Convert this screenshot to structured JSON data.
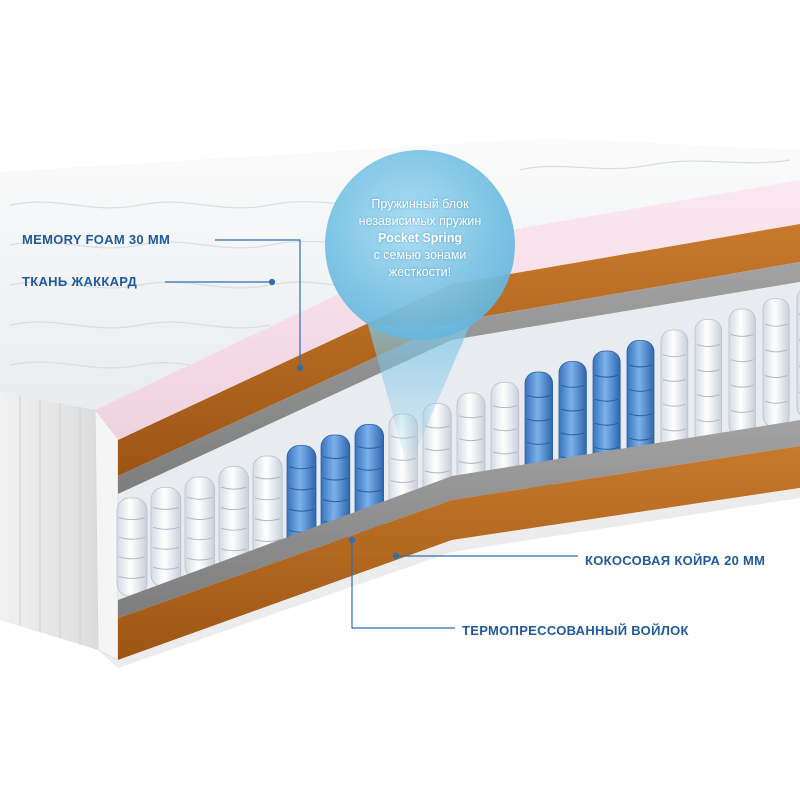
{
  "callouts": {
    "memory_foam": "MEMORY FOAM 30 MM",
    "fabric": "ТКАНЬ ЖАККАРД",
    "coir": "КОКОСОВАЯ КОЙРА 20 ММ",
    "felt": "ТЕРМОПРЕССОВАННЫЙ ВОЙЛОК"
  },
  "bubble": {
    "line1": "Пружинный блок",
    "line2": "независимых пружин",
    "line3": "Pocket Spring",
    "line4": "с семью зонами",
    "line5": "жесткости!"
  },
  "colors": {
    "label": "#1f5a9e",
    "leader": "#2e6db0",
    "coir": "#b86a1e",
    "memory_foam": "#f6dde8",
    "felt": "#8d8d8d",
    "spring_white": "#f2f4f7",
    "spring_blue": "#4f8fd6",
    "bubble": "#7fc7e6"
  }
}
